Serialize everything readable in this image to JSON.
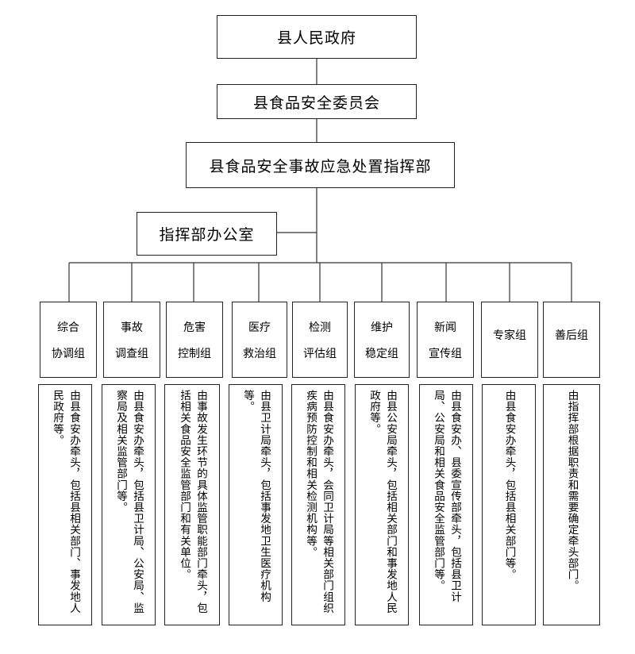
{
  "top": {
    "government": "县人民政府",
    "committee": "县食品安全委员会",
    "command": "县食品安全事故应急处置指挥部",
    "office": "指挥部办公室"
  },
  "groups": [
    {
      "line1": "综合",
      "line2": "协调组",
      "desc": "由县食安办牵头，包括县相关部门、事发地人民政府等。"
    },
    {
      "line1": "事故",
      "line2": "调查组",
      "desc": "由县食安办牵头，包括县卫计局、公安局、监察局及相关监管部门等。"
    },
    {
      "line1": "危害",
      "line2": "控制组",
      "desc": "由事故发生环节的具体监管职能部门牵头，包括相关食品安全监管部门和有关单位。"
    },
    {
      "line1": "医疗",
      "line2": "救治组",
      "desc": "由县卫计局牵头，包括事发地卫生医疗机构等。"
    },
    {
      "line1": "检测",
      "line2": "评估组",
      "desc": "由县食安办牵头，会同卫计局等相关部门组织疾病预防控制和相关检测机构等。"
    },
    {
      "line1": "维护",
      "line2": "稳定组",
      "desc": "由县公安局牵头，包括相关部门和事发地人民政府等。"
    },
    {
      "line1": "新闻",
      "line2": "宣传组",
      "desc": "由县食安办、县委宣传部牵头，包括县卫计局、公安局和相关食品安全监管部门等。"
    },
    {
      "line1": "专家组",
      "line2": "",
      "desc": "由县食安办牵头，包括县相关部门等。"
    },
    {
      "line1": "善后组",
      "line2": "",
      "desc": "由指挥部根据职责和需要确定牵头部门。"
    }
  ]
}
